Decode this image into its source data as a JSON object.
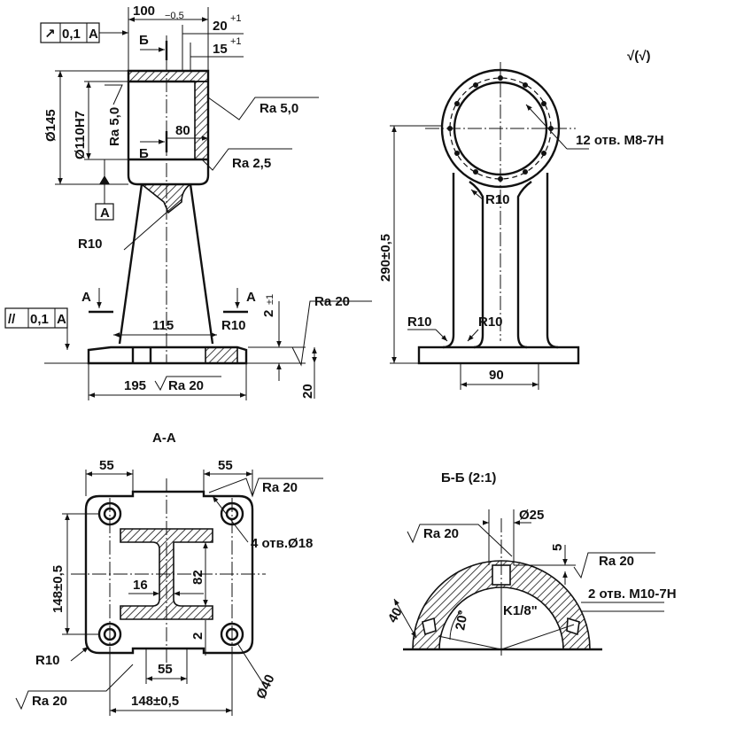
{
  "main_view": {
    "dim_width": "100",
    "dim_width_tol": "−0,5",
    "dim_slot": "20",
    "dim_slot_tol": "+1",
    "dim_slot2": "15",
    "dim_slot2_tol": "+1",
    "section_b": "Б",
    "dim_d145": "Ø145",
    "dim_d110": "Ø110H7",
    "rough_inner": "Ra 5,0",
    "rough_top": "Ra 5,0",
    "dim_80": "80",
    "rough_mid": "Ra 2,5",
    "datum": "A",
    "radius": "R10",
    "section_a": "A",
    "dim_115": "115",
    "dim_2": "2",
    "dim_2_tol": "±1",
    "radius2": "R10",
    "rough_base": "Ra 20",
    "dim_195": "195",
    "rough_bottom": "Ra 20",
    "dim_20": "20"
  },
  "tolerance_frames": {
    "runout": {
      "symbol": "↗",
      "value": "0,1",
      "datum": "A"
    },
    "parallel": {
      "symbol": "//",
      "value": "0,1",
      "datum": "A"
    }
  },
  "side_view": {
    "rough_symbol": "√(√)",
    "holes_label": "12 отв. М8-7Н",
    "radius_top": "R10",
    "dim_height": "290±0,5",
    "radius_left": "R10",
    "radius_mid": "R10",
    "dim_90": "90"
  },
  "section_aa": {
    "title": "A-A",
    "dim_55_left": "55",
    "dim_55_right": "55",
    "rough": "Ra 20",
    "holes": "4 отв.Ø18",
    "dim_148_v": "148±0,5",
    "dim_16": "16",
    "dim_82": "82",
    "dim_2": "2",
    "radius": "R10",
    "dim_55_bottom": "55",
    "dim_40": "Ø40",
    "rough_bottom": "Ra 20",
    "dim_148_h": "148±0,5"
  },
  "section_bb": {
    "title": "Б-Б (2:1)",
    "dim_25": "Ø25",
    "rough_left": "Ra 20",
    "dim_5": "5",
    "rough_right": "Ra 20",
    "holes": "2 отв. М10-7Н",
    "dim_40": "40",
    "angle": "20°",
    "thread": "K1/8\""
  }
}
